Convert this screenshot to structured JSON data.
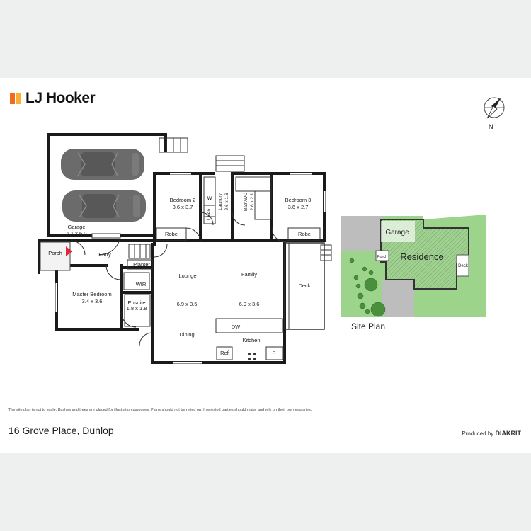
{
  "brand": {
    "name": "LJ Hooker"
  },
  "compass": {
    "label": "N"
  },
  "rooms": {
    "garage": {
      "name": "Garage",
      "dim": "6.1 x 6.0"
    },
    "bedroom2": {
      "name": "Bedroom 2",
      "dim": "3.6 x 3.7"
    },
    "laundry": {
      "name": "Laundry",
      "dim": "2.6 x 1.6"
    },
    "bath": {
      "name": "Bath/WC",
      "dim": "2.6 x 2.1"
    },
    "bedroom3": {
      "name": "Bedroom 3",
      "dim": "3.6 x 2.7"
    },
    "porch": {
      "name": "Porch"
    },
    "entry": {
      "name": "Entry"
    },
    "planter": {
      "name": "Planter"
    },
    "master": {
      "name": "Master Bedroom",
      "dim": "3.4 x 3.6"
    },
    "wir": {
      "name": "WIR"
    },
    "ensuite": {
      "name": "Ensuite",
      "dim": "1.8 x 1.8"
    },
    "lounge": {
      "name": "Lounge",
      "dim": "6.9 x 3.5"
    },
    "family": {
      "name": "Family",
      "dim": "6.9 x 3.6"
    },
    "dining": {
      "name": "Dining"
    },
    "kitchen": {
      "name": "Kitchen"
    },
    "deck": {
      "name": "Deck"
    },
    "robe_a": "Robe",
    "robe_b": "Robe",
    "linen": "Linen",
    "w": "W",
    "dw": "DW",
    "ref": "Ref.",
    "pantry": "P"
  },
  "site_plan": {
    "title": "Site Plan",
    "garage": "Garage",
    "residence": "Residence",
    "porch": "Porch",
    "deck": "Deck"
  },
  "colors": {
    "lawn": "#9bd48a",
    "paving": "#bdbdbd",
    "hatch": "#9a9a9a",
    "porch_arrow": "#e2263a"
  },
  "footer": {
    "disclaimer": "The site plan is not to scale. Bushes and trees are placed for illustration purposes. Plans should not be relied on. Interested parties should make and rely on their own enquiries.",
    "address": "16 Grove Place, Dunlop",
    "produced_by_label": "Produced by",
    "produced_by_brand": "DIAKRIT"
  }
}
